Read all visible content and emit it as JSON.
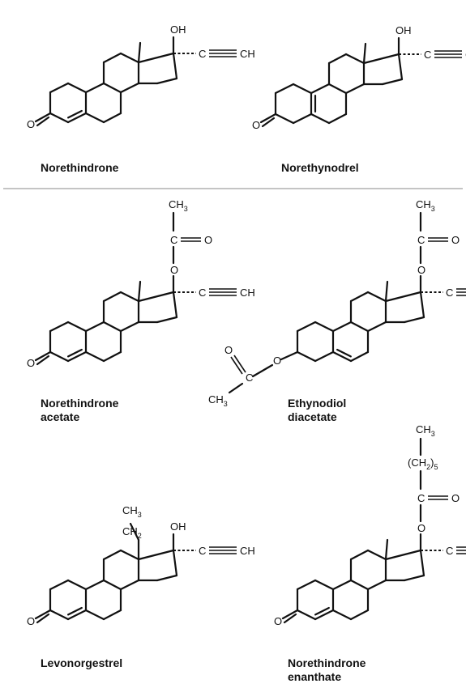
{
  "compounds": [
    {
      "name_lines": [
        "Norethindrone"
      ],
      "substituent": "OH",
      "double_bond": "4",
      "ketone": true
    },
    {
      "name_lines": [
        "Norethynodrel"
      ],
      "substituent": "OH",
      "double_bond": "5(10)",
      "ketone": true
    },
    {
      "name_lines": [
        "Norethindrone",
        "acetate"
      ],
      "substituent": "acetate",
      "double_bond": "4",
      "ketone": true
    },
    {
      "name_lines": [
        "Ethynodiol",
        "diacetate"
      ],
      "substituent": "acetate",
      "double_bond": "5",
      "ketone": false
    },
    {
      "name_lines": [
        "Levonorgestrel"
      ],
      "substituent": "OH",
      "double_bond": "4",
      "ketone": true,
      "c13_group": "ethyl"
    },
    {
      "name_lines": [
        "Norethindrone",
        "enanthate"
      ],
      "substituent": "enanthate",
      "double_bond": "4",
      "ketone": true
    }
  ],
  "atoms": {
    "oh": "OH",
    "o": "O",
    "c": "C",
    "ch": "CH",
    "ch3": "CH",
    "ch3_sub": "3",
    "ch2": "CH",
    "ch2_sub": "2",
    "chain_open": "(CH",
    "chain_sub2": "2",
    "chain_close": ")",
    "chain_n": "5"
  },
  "colors": {
    "ink": "#111111",
    "divider": "#8a8a8a",
    "background": "#ffffff"
  }
}
